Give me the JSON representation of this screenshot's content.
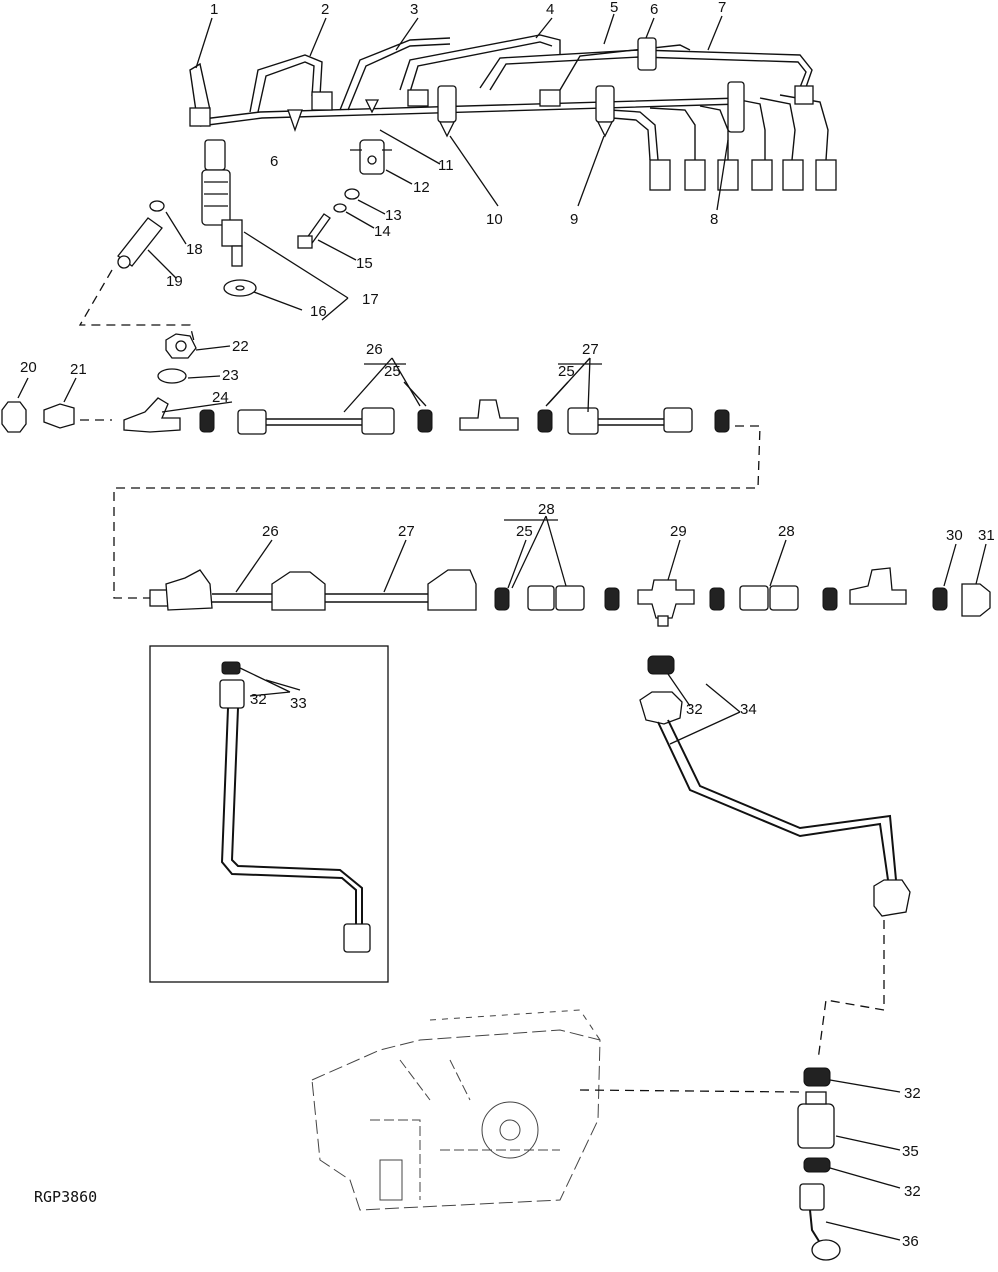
{
  "figure_code": "RGP3860",
  "callouts": [
    "1",
    "2",
    "3",
    "4",
    "5",
    "6",
    "7",
    "8",
    "9",
    "10",
    "11",
    "12",
    "13",
    "14",
    "15",
    "16",
    "17",
    "18",
    "19",
    "20",
    "21",
    "22",
    "23",
    "24",
    "25",
    "26",
    "27",
    "28",
    "29",
    "30",
    "31",
    "32",
    "33",
    "34",
    "35",
    "36"
  ]
}
